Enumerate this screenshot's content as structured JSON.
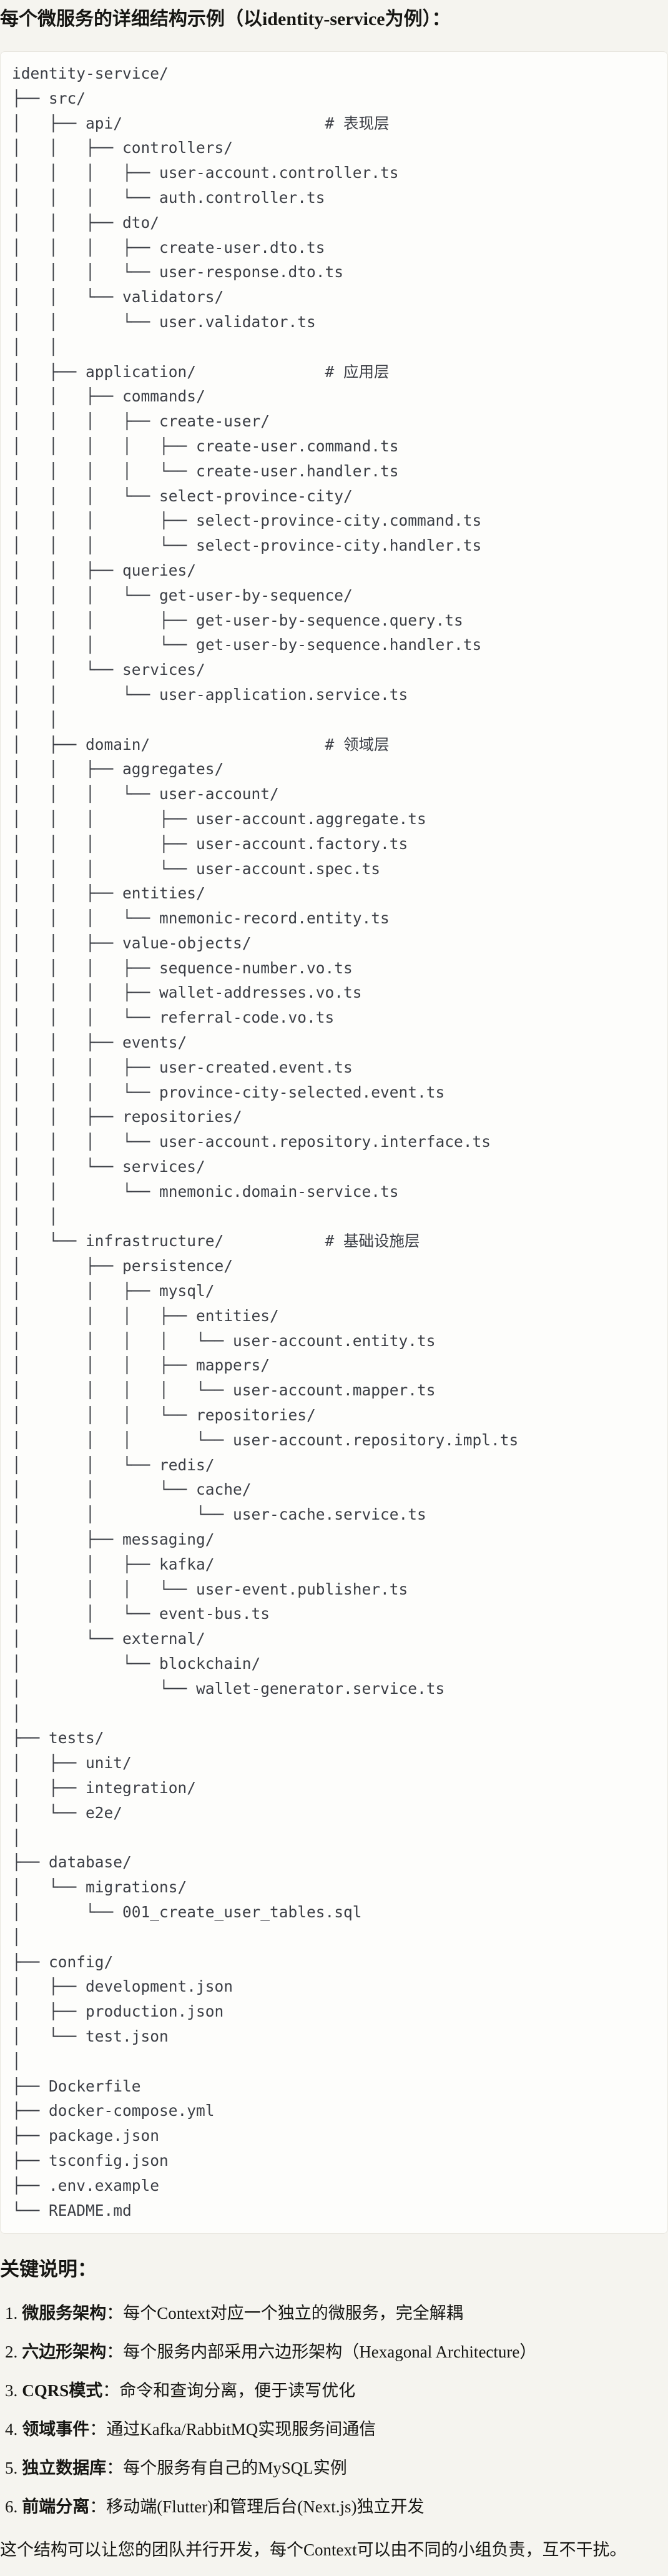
{
  "page": {
    "title": "每个微服务的详细结构示例（以identity-service为例）：",
    "background_color": "#F5F4EF",
    "text_color": "#161613"
  },
  "code_block": {
    "background_color": "#FDFDFB",
    "border_color": "#E9E7E0",
    "text_color": "#3B3E45",
    "language": "plaintext-directory-tree",
    "lines": [
      "identity-service/",
      "├── src/",
      "│   ├── api/                      # 表现层",
      "│   │   ├── controllers/",
      "│   │   │   ├── user-account.controller.ts",
      "│   │   │   └── auth.controller.ts",
      "│   │   ├── dto/",
      "│   │   │   ├── create-user.dto.ts",
      "│   │   │   └── user-response.dto.ts",
      "│   │   └── validators/",
      "│   │       └── user.validator.ts",
      "│   │",
      "│   ├── application/              # 应用层",
      "│   │   ├── commands/",
      "│   │   │   ├── create-user/",
      "│   │   │   │   ├── create-user.command.ts",
      "│   │   │   │   └── create-user.handler.ts",
      "│   │   │   └── select-province-city/",
      "│   │   │       ├── select-province-city.command.ts",
      "│   │   │       └── select-province-city.handler.ts",
      "│   │   ├── queries/",
      "│   │   │   └── get-user-by-sequence/",
      "│   │   │       ├── get-user-by-sequence.query.ts",
      "│   │   │       └── get-user-by-sequence.handler.ts",
      "│   │   └── services/",
      "│   │       └── user-application.service.ts",
      "│   │",
      "│   ├── domain/                   # 领域层",
      "│   │   ├── aggregates/",
      "│   │   │   └── user-account/",
      "│   │   │       ├── user-account.aggregate.ts",
      "│   │   │       ├── user-account.factory.ts",
      "│   │   │       └── user-account.spec.ts",
      "│   │   ├── entities/",
      "│   │   │   └── mnemonic-record.entity.ts",
      "│   │   ├── value-objects/",
      "│   │   │   ├── sequence-number.vo.ts",
      "│   │   │   ├── wallet-addresses.vo.ts",
      "│   │   │   └── referral-code.vo.ts",
      "│   │   ├── events/",
      "│   │   │   ├── user-created.event.ts",
      "│   │   │   └── province-city-selected.event.ts",
      "│   │   ├── repositories/",
      "│   │   │   └── user-account.repository.interface.ts",
      "│   │   └── services/",
      "│   │       └── mnemonic.domain-service.ts",
      "│   │",
      "│   └── infrastructure/           # 基础设施层",
      "│       ├── persistence/",
      "│       │   ├── mysql/",
      "│       │   │   ├── entities/",
      "│       │   │   │   └── user-account.entity.ts",
      "│       │   │   ├── mappers/",
      "│       │   │   │   └── user-account.mapper.ts",
      "│       │   │   └── repositories/",
      "│       │   │       └── user-account.repository.impl.ts",
      "│       │   └── redis/",
      "│       │       └── cache/",
      "│       │           └── user-cache.service.ts",
      "│       ├── messaging/",
      "│       │   ├── kafka/",
      "│       │   │   └── user-event.publisher.ts",
      "│       │   └── event-bus.ts",
      "│       └── external/",
      "│           └── blockchain/",
      "│               └── wallet-generator.service.ts",
      "│",
      "├── tests/",
      "│   ├── unit/",
      "│   ├── integration/",
      "│   └── e2e/",
      "│",
      "├── database/",
      "│   └── migrations/",
      "│       └── 001_create_user_tables.sql",
      "│",
      "├── config/",
      "│   ├── development.json",
      "│   ├── production.json",
      "│   └── test.json",
      "│",
      "├── Dockerfile",
      "├── docker-compose.yml",
      "├── package.json",
      "├── tsconfig.json",
      "├── .env.example",
      "└── README.md"
    ]
  },
  "key_points": {
    "heading": "关键说明：",
    "colon": "：",
    "items": [
      {
        "num": "1.",
        "term": "微服务架构",
        "desc": "每个Context对应一个独立的微服务，完全解耦"
      },
      {
        "num": "2.",
        "term": "六边形架构",
        "desc": "每个服务内部采用六边形架构（Hexagonal Architecture）"
      },
      {
        "num": "3.",
        "term": "CQRS模式",
        "desc": "命令和查询分离，便于读写优化"
      },
      {
        "num": "4.",
        "term": "领域事件",
        "desc": "通过Kafka/RabbitMQ实现服务间通信"
      },
      {
        "num": "5.",
        "term": "独立数据库",
        "desc": "每个服务有自己的MySQL实例"
      },
      {
        "num": "6.",
        "term": "前端分离",
        "desc": "移动端(Flutter)和管理后台(Next.js)独立开发"
      }
    ]
  },
  "closing": "这个结构可以让您的团队并行开发，每个Context可以由不同的小组负责，互不干扰。"
}
